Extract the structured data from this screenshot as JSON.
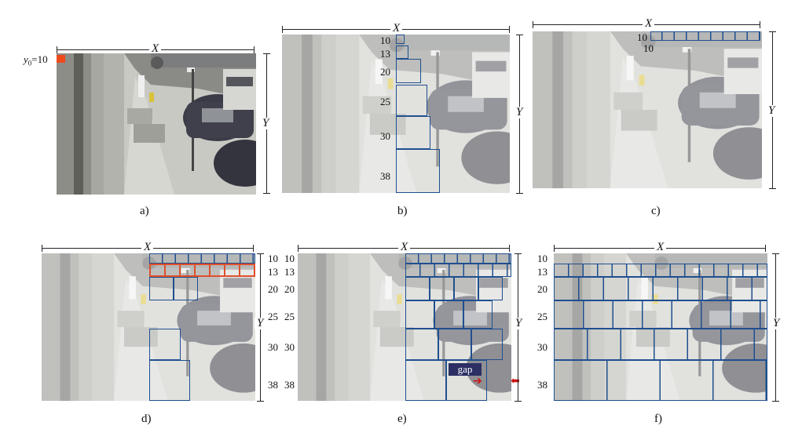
{
  "axes": {
    "x_label": "X",
    "y_label": "Y"
  },
  "panels": [
    {
      "caption": "a)",
      "y0_label": "y",
      "y0_sub": "0",
      "y0_value": "=10"
    },
    {
      "caption": "b)",
      "sizes": [
        "10",
        "13",
        "20",
        "25",
        "30",
        "38"
      ]
    },
    {
      "caption": "c)",
      "sizes": [
        "10",
        "10"
      ]
    },
    {
      "caption": "d)",
      "sizes": [
        "10",
        "13",
        "20",
        "25",
        "30",
        "38"
      ]
    },
    {
      "caption": "e)",
      "sizes": [
        "10",
        "13",
        "20",
        "25",
        "30",
        "38"
      ],
      "gap_label": "gap"
    },
    {
      "caption": "f)",
      "sizes": [
        "10",
        "13",
        "20",
        "25",
        "30",
        "38"
      ]
    }
  ],
  "colors": {
    "window": "#1f4f8f",
    "highlight": "#e0502a",
    "gap_box": "#2b2f63",
    "arrow": "#cc1111"
  }
}
